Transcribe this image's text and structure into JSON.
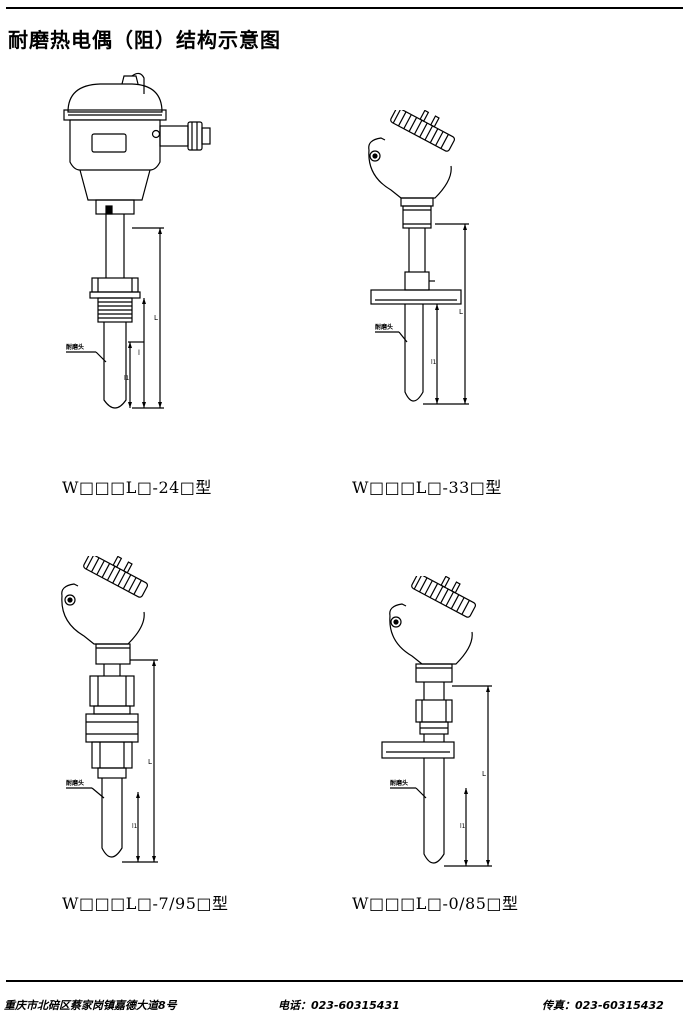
{
  "page": {
    "title": "耐磨热电偶（阻）结构示意图"
  },
  "figures": [
    {
      "caption": "W□□□L□-24□型",
      "labels": {
        "tip": "耐磨头",
        "dim_L": "L",
        "dim_l": "l",
        "dim_l1": "l1"
      }
    },
    {
      "caption": "W□□□L□-33□型",
      "labels": {
        "tip": "耐磨头",
        "dim_L": "L",
        "dim_l1": "l1"
      }
    },
    {
      "caption": "W□□□L□-7/95□型",
      "labels": {
        "tip": "耐磨头",
        "dim_L": "L",
        "dim_l1": "l1"
      }
    },
    {
      "caption": "W□□□L□-0/85□型",
      "labels": {
        "tip": "耐磨头",
        "dim_L": "L",
        "dim_l1": "l1"
      }
    }
  ],
  "footer": {
    "address": "重庆市北碚区蔡家岗镇嘉德大道8号",
    "phone": "电话：023-60315431",
    "fax": "传真：023-60315432"
  }
}
